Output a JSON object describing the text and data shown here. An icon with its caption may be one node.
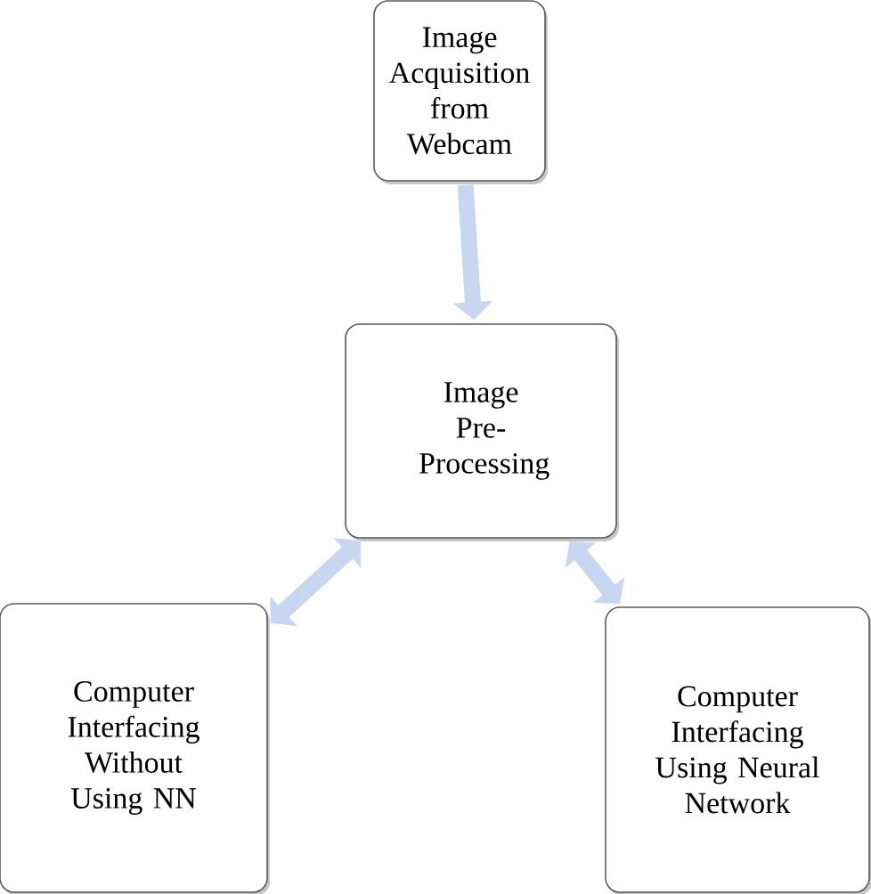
{
  "diagram": {
    "nodes": [
      {
        "text": [
          "Image Acquisition from Webcam"
        ]
      },
      {
        "text": [
          "Image Pre-Processing"
        ]
      },
      {
        "text": [
          "Computer Interfacing Without Using NN"
        ]
      },
      {
        "text": [
          "Computer Interfacing Using Neural Network"
        ]
      }
    ],
    "edges": [
      {
        "from": 0,
        "to": 1,
        "arrow": "to"
      },
      {
        "from": 1,
        "to": 2,
        "arrow": "both"
      },
      {
        "from": 1,
        "to": 3,
        "arrow": "both"
      }
    ]
  }
}
